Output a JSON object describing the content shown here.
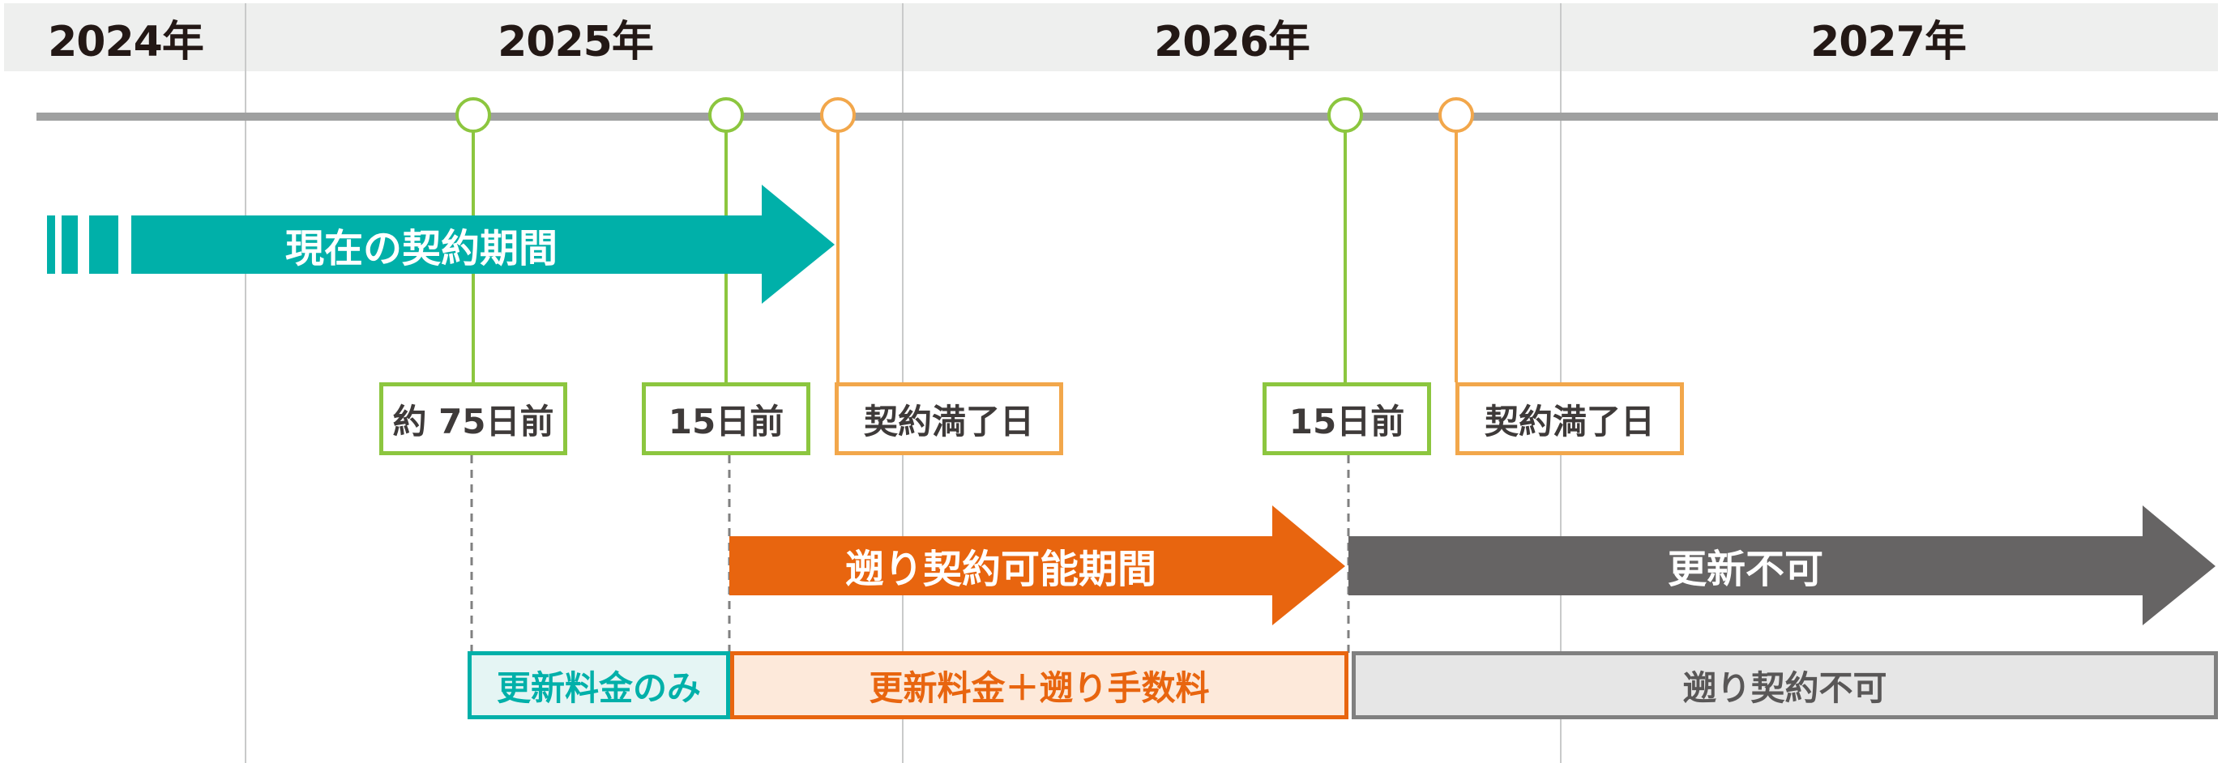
{
  "years": [
    "2024年",
    "2025年",
    "2026年",
    "2027年"
  ],
  "arrows": {
    "current": "現在の契約期間",
    "retro": "遡り契約可能期間",
    "no_renew": "更新不可"
  },
  "markers": [
    "約 75日前",
    "15日前",
    "契約満了日",
    "15日前",
    "契約満了日"
  ],
  "fees": [
    "更新料金のみ",
    "更新料金＋遡り手数料",
    "遡り契約不可"
  ],
  "colors": {
    "teal": "#00b0a9",
    "orange": "#e8650f",
    "dark_gray": "#666464",
    "green": "#8cc63f",
    "light_orange": "#f2a74b"
  }
}
